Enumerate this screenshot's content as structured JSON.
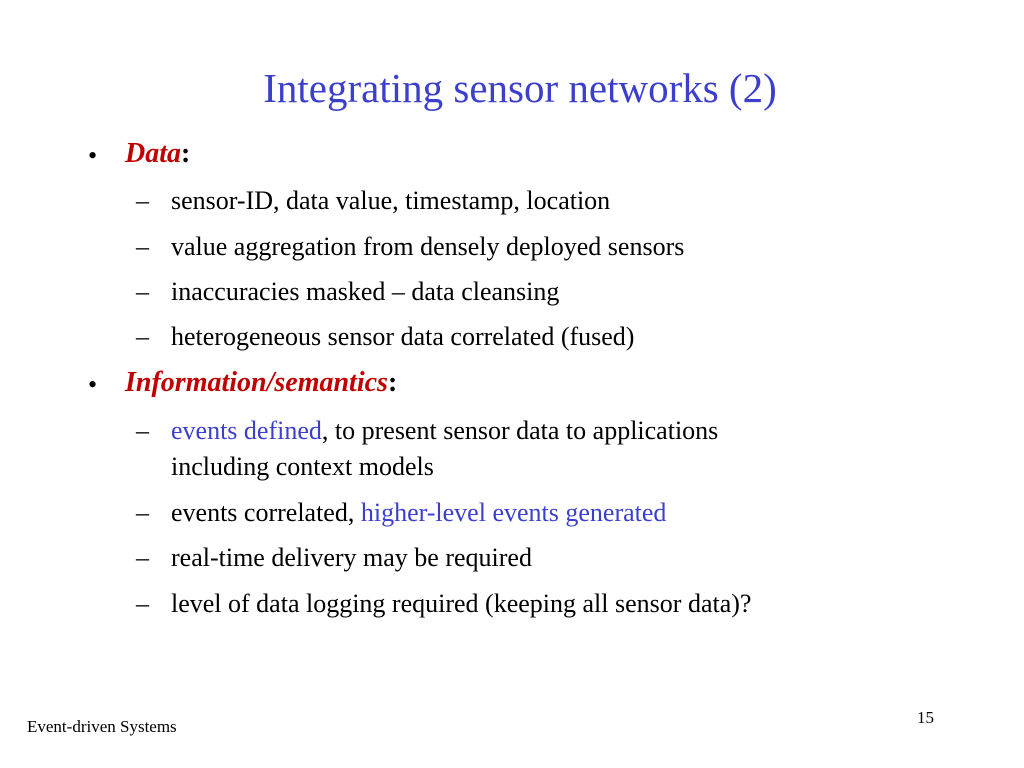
{
  "slide": {
    "title": "Integrating sensor networks (2)",
    "sections": [
      {
        "bullet": "•",
        "heading": "Data",
        "colon": ":",
        "items": [
          {
            "dash": "–",
            "text": "sensor-ID, data value, timestamp, location"
          },
          {
            "dash": "–",
            "text": "value aggregation from densely deployed sensors"
          },
          {
            "dash": "–",
            "text": "inaccuracies masked – data cleansing"
          },
          {
            "dash": "–",
            "text": "heterogeneous sensor data correlated (fused)"
          }
        ]
      },
      {
        "bullet": "•",
        "heading": "Information/semantics",
        "colon": ":",
        "items": [
          {
            "dash": "–",
            "highlight": "events defined",
            "text": ", to present sensor data to applications",
            "continuation": "including context models"
          },
          {
            "dash": "–",
            "text": "events correlated, ",
            "highlight": "higher-level events generated"
          },
          {
            "dash": "–",
            "text": "real-time delivery may be required"
          },
          {
            "dash": "–",
            "text": "level of data logging required (keeping all sensor data)?"
          }
        ]
      }
    ],
    "footer": "Event-driven Systems",
    "page_number": "15"
  },
  "colors": {
    "title": "#3b3fcc",
    "heading": "#c00000",
    "highlight": "#3b3fcc",
    "text": "#000000",
    "background": "#ffffff"
  }
}
